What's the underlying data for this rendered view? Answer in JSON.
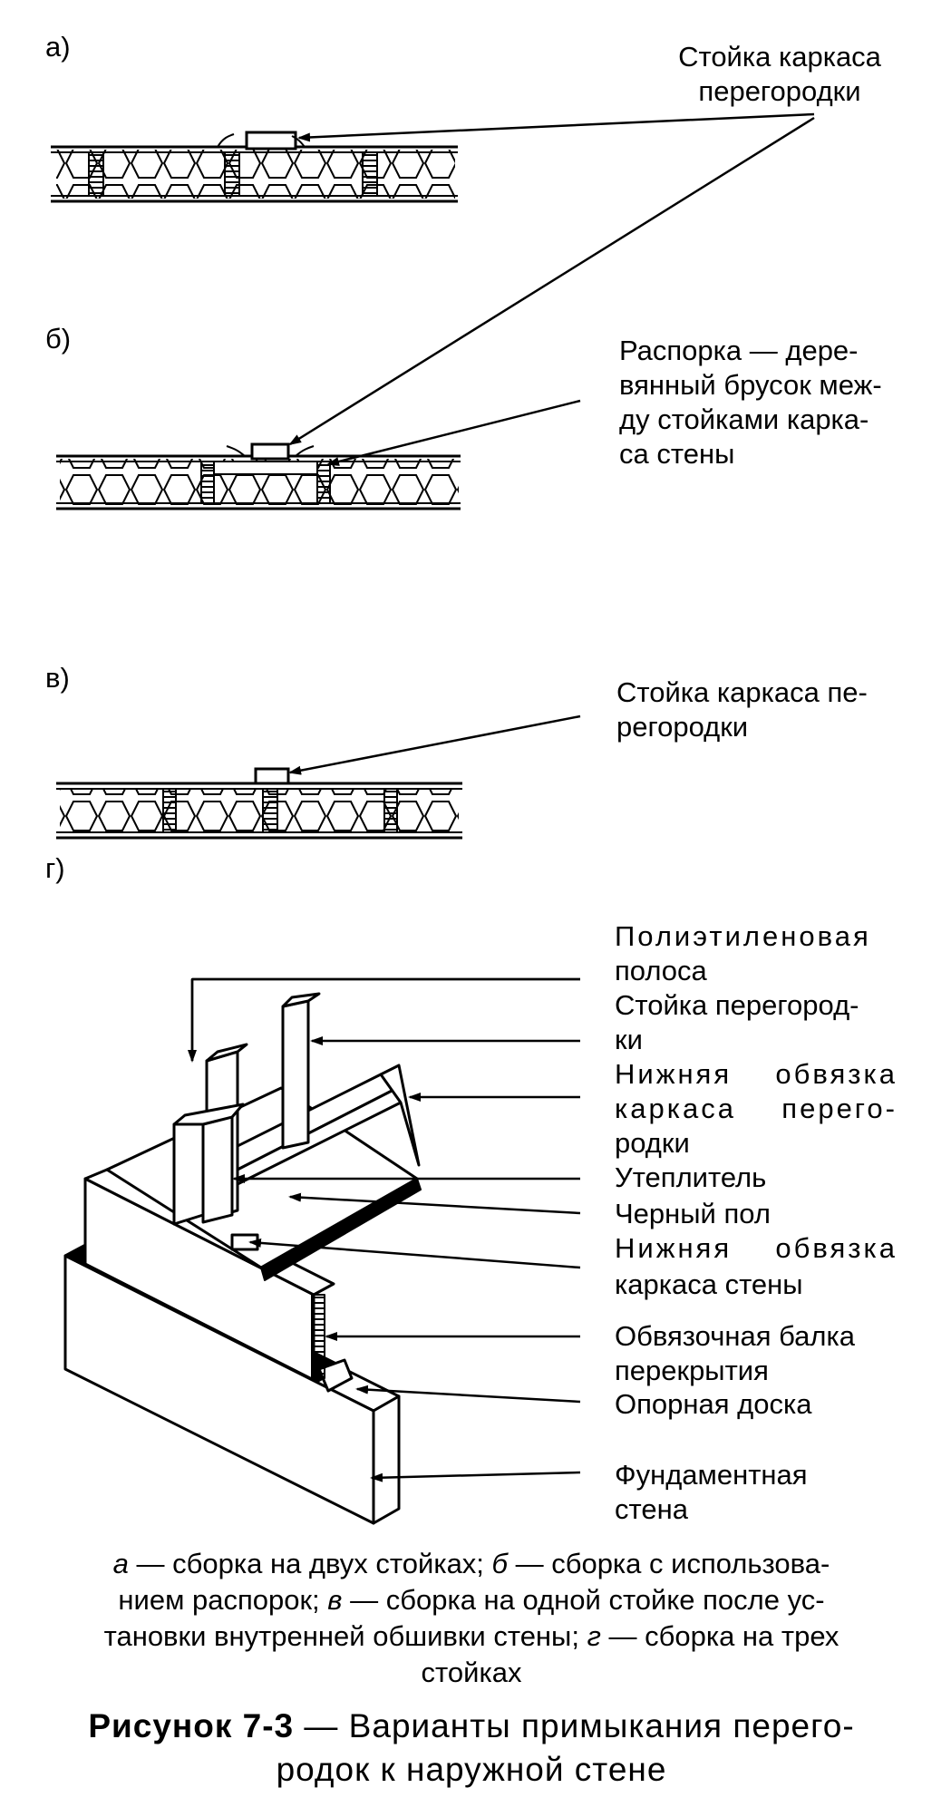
{
  "sections": {
    "a": "а)",
    "b": "б)",
    "v": "в)",
    "g": "г)"
  },
  "labels": {
    "a_stud": "Стойка каркаса\nперегородки",
    "b_spacer": "Распорка — дере-\nвянный брусок меж-\nду стойками карка-\nса стены",
    "v_stud": "Стойка каркаса пе-\nрегородки",
    "g_poly_1": "Полиэтиленовая",
    "g_poly_2": "полоса",
    "g_stud_1": "Стойка перегород-",
    "g_stud_2": "ки",
    "g_bottom_plate_1": "Нижняя обвязка",
    "g_bottom_plate_2": "каркаса перего-",
    "g_bottom_plate_3": "родки",
    "g_insulation": "Утеплитель",
    "g_subfloor": "Черный пол",
    "g_wall_plate_1": "Нижняя обвязка",
    "g_wall_plate_2": "каркаса стены",
    "g_rim_joist": "Обвязочная балка\nперекрытия",
    "g_sill": "Опорная доска",
    "g_foundation": "Фундаментная\nстена"
  },
  "caption": {
    "a_letter": "а",
    "a_text": " — сборка на двух стойках; ",
    "b_letter": "б",
    "b_text": " — сборка с использова-\nнием распорок; ",
    "v_letter": "в",
    "v_text": " — сборка на одной стойке после ус-\nтановки внутренней обшивки стены; ",
    "g_letter": "г",
    "g_text": " — сборка на трех\nстойках"
  },
  "figure": {
    "number": "Рисунок 7-3",
    "title": " — Варианты примыкания перего-\nродок к наружной стене"
  }
}
